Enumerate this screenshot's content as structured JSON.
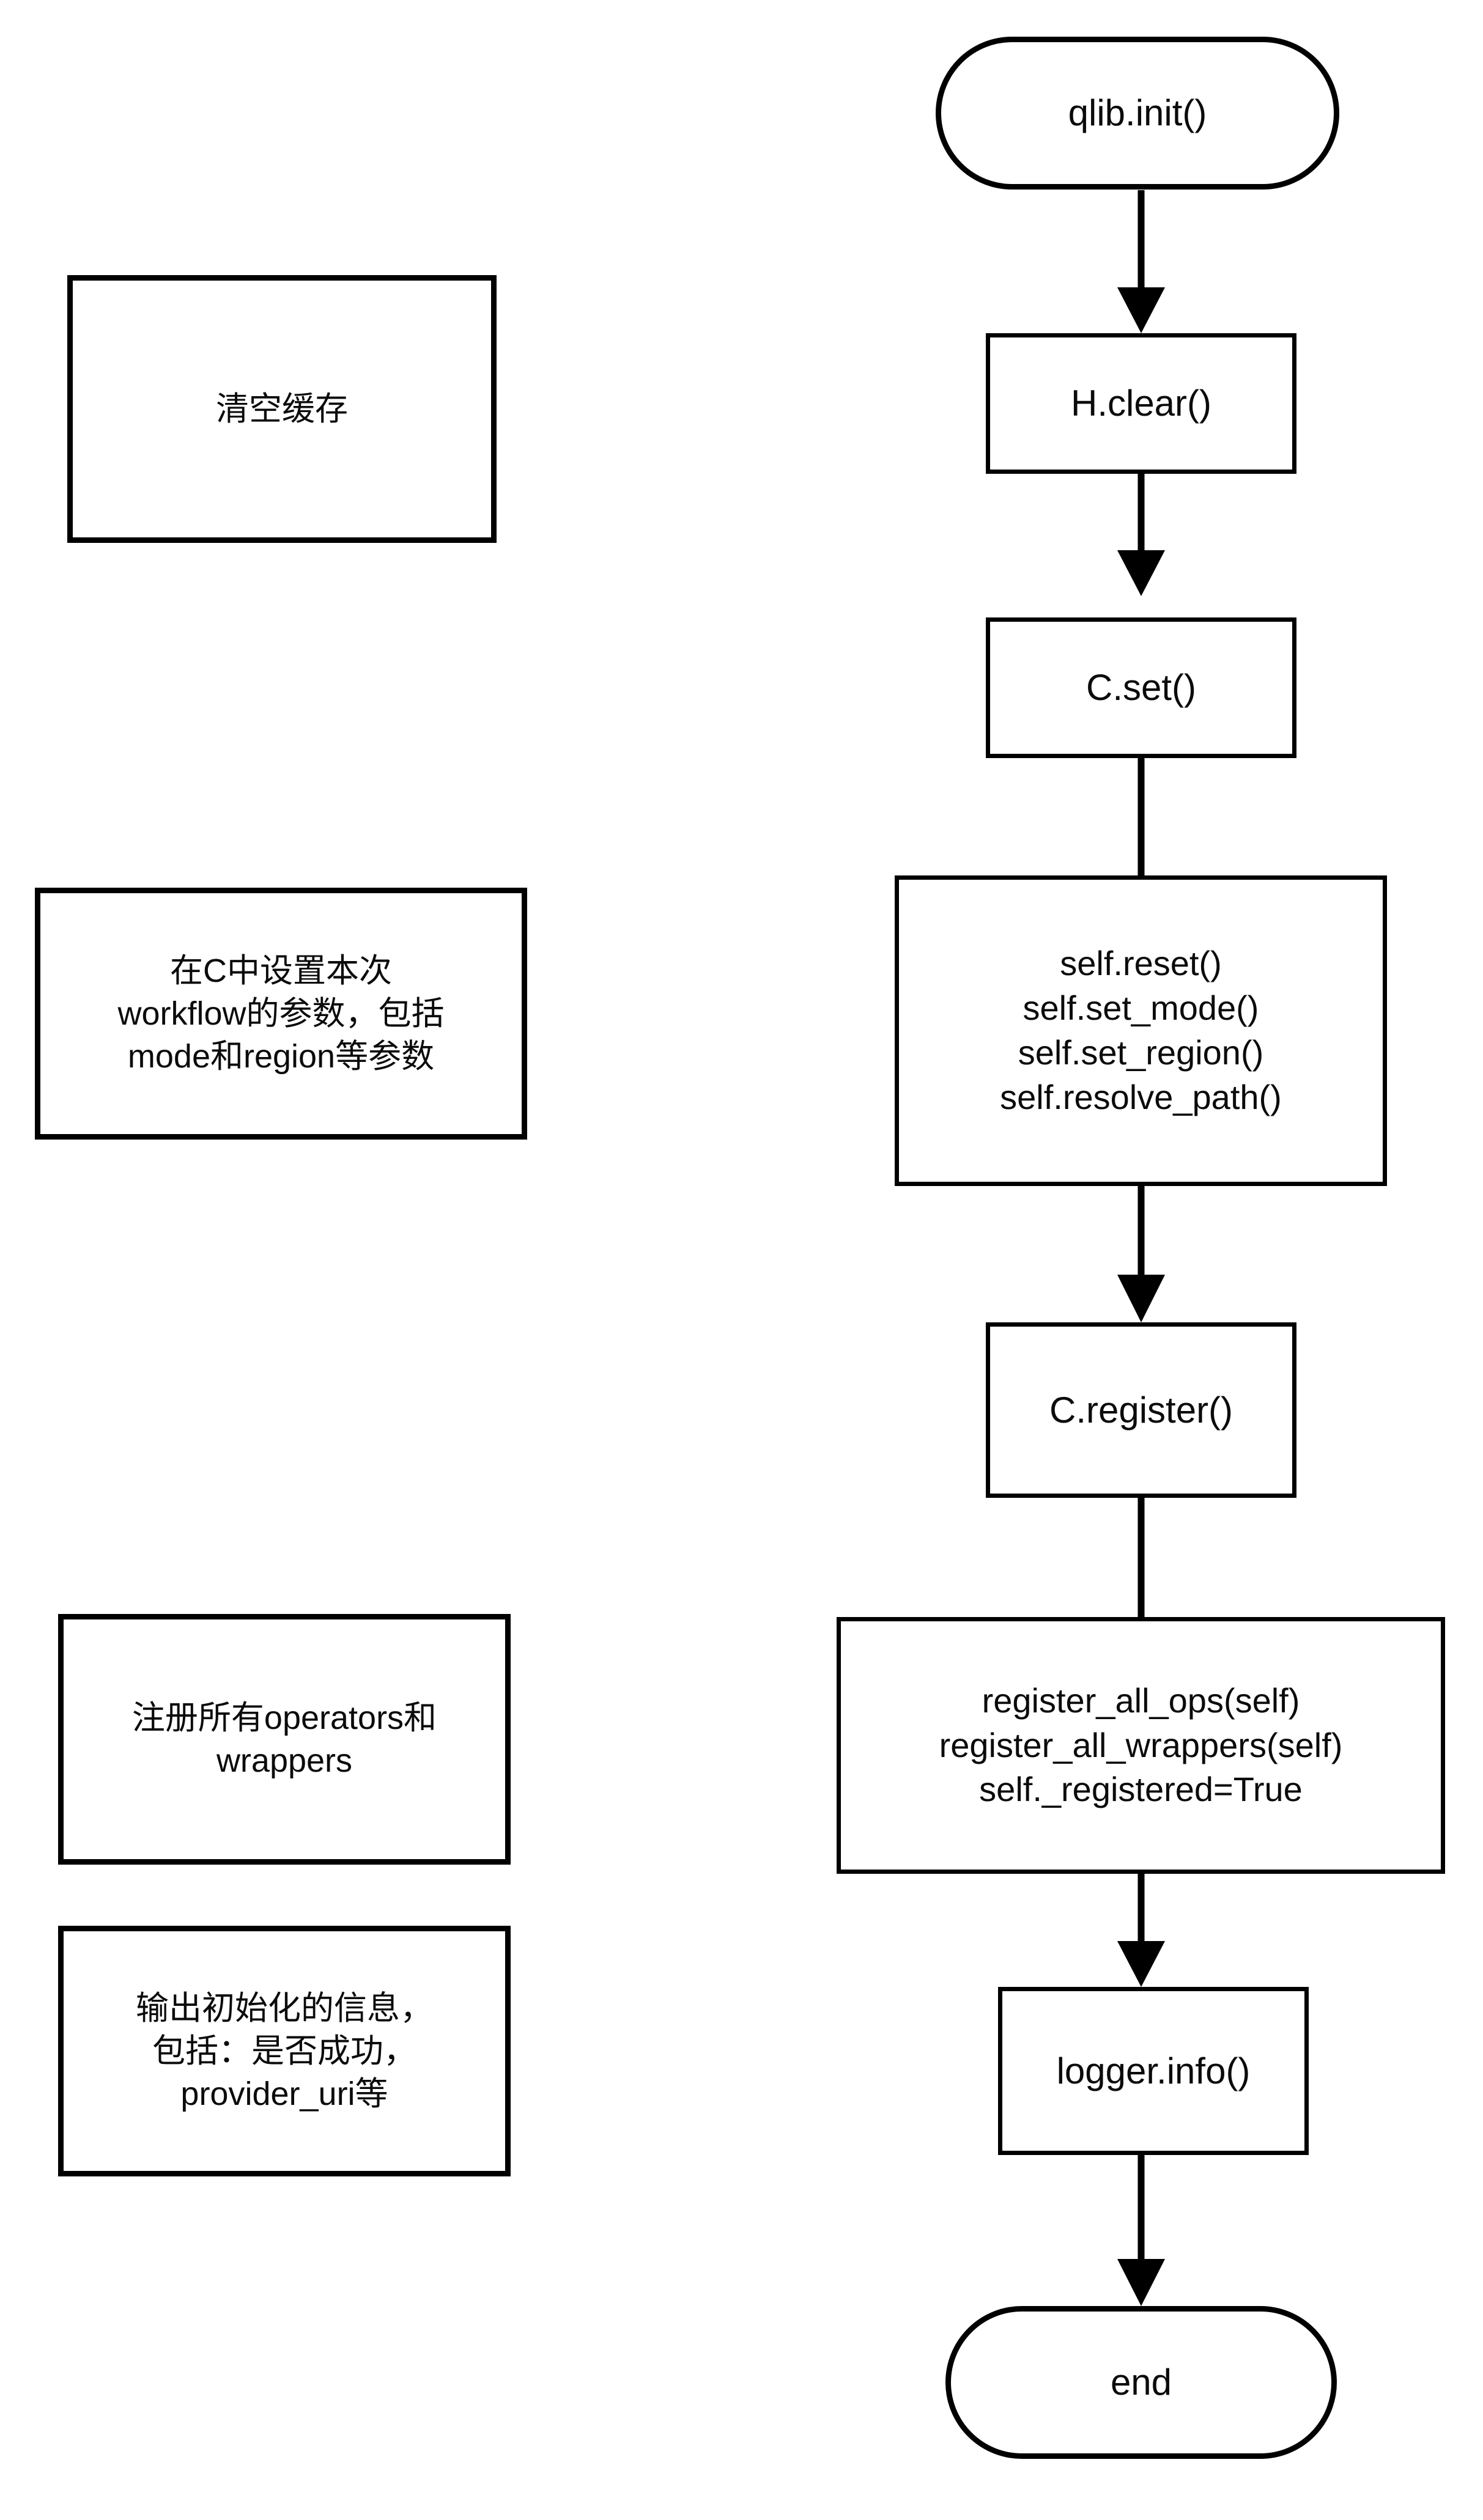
{
  "diagram": {
    "title": "qlib.init() initialization flowchart",
    "orientation": "top-to-bottom",
    "background_color": "#ffffff",
    "line_color": "#000000",
    "text_color": "#0b0b0b"
  },
  "flow": {
    "nodes": [
      {
        "id": "start",
        "shape": "stadium",
        "label": "qlib.init()"
      },
      {
        "id": "h_clear",
        "shape": "rect",
        "label": "H.clear()"
      },
      {
        "id": "c_set",
        "shape": "rect",
        "label": "C.set()"
      },
      {
        "id": "self_setup",
        "shape": "rect",
        "label": "self.reset()\nself.set_mode()\nself.set_region()\nself.resolve_path()"
      },
      {
        "id": "c_register",
        "shape": "rect",
        "label": "C.register()"
      },
      {
        "id": "register_all",
        "shape": "rect",
        "label": "register_all_ops(self)\nregister_all_wrappers(self)\nself._registered=True"
      },
      {
        "id": "logger_info",
        "shape": "rect",
        "label": "logger.info()"
      },
      {
        "id": "end",
        "shape": "stadium",
        "label": "end"
      }
    ],
    "edges": [
      {
        "from": "start",
        "to": "h_clear",
        "arrow": true
      },
      {
        "from": "h_clear",
        "to": "c_set",
        "arrow": true
      },
      {
        "from": "c_set",
        "to": "self_setup",
        "arrow": false
      },
      {
        "from": "self_setup",
        "to": "c_register",
        "arrow": true
      },
      {
        "from": "c_register",
        "to": "register_all",
        "arrow": false
      },
      {
        "from": "register_all",
        "to": "logger_info",
        "arrow": true
      },
      {
        "from": "logger_info",
        "to": "end",
        "arrow": true
      }
    ]
  },
  "notes": [
    {
      "id": "note_clear_cache",
      "label": "清空缓存"
    },
    {
      "id": "note_set_params",
      "label": "在C中设置本次\nworkflow的参数，包括\nmode和region等参数"
    },
    {
      "id": "note_register_all",
      "label": "注册所有operators和\nwrappers"
    },
    {
      "id": "note_log_output",
      "label": "输出初始化的信息，\n包括：是否成功，\nprovider_uri等"
    }
  ]
}
